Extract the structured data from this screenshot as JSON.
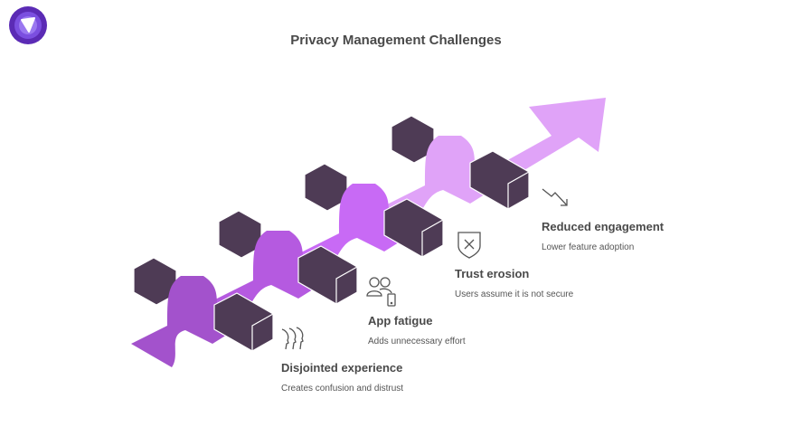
{
  "title": "Privacy Management Challenges",
  "logo": {
    "icon": "shield-logo-icon",
    "colors": {
      "outer": "#5b2bb5",
      "mid": "#7b4fe0",
      "inner": "#ffffff"
    }
  },
  "colors": {
    "ribbon_stages": [
      "#a352cc",
      "#b55ae0",
      "#c86af5",
      "#e0a3f8"
    ],
    "block": "#4e3b55",
    "block_edge": "#ffffff",
    "text_dark": "#4a4a4a",
    "icon_stroke": "#555555"
  },
  "stages": [
    {
      "id": "disjointed",
      "label": "Disjointed experience",
      "description": "Creates confusion and distrust",
      "icon": "faces-icon"
    },
    {
      "id": "fatigue",
      "label": "App fatigue",
      "description": "Adds unnecessary effort",
      "icon": "users-phone-icon"
    },
    {
      "id": "trust",
      "label": "Trust erosion",
      "description": "Users assume it is not secure",
      "icon": "shield-x-icon"
    },
    {
      "id": "engagement",
      "label": "Reduced engagement",
      "description": "Lower feature adoption",
      "icon": "trend-down-icon"
    }
  ]
}
